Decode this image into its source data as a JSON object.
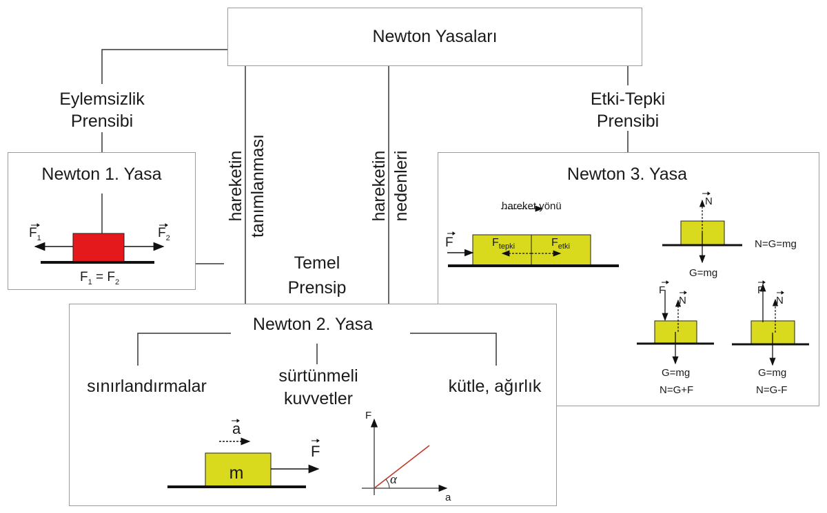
{
  "root": {
    "title": "Newton Yasaları"
  },
  "branches": {
    "first": {
      "line1": "Eylemsizlik",
      "line2": "Prensibi"
    },
    "third": {
      "line1": "Etki-Tepki",
      "line2": "Prensibi"
    },
    "middle_left": {
      "line1": "hareketin",
      "line2": "tanımlanması"
    },
    "middle_right": {
      "line1": "hareketin",
      "line2": "nedenleri"
    },
    "center": {
      "line1": "Temel",
      "line2": "Prensip"
    }
  },
  "law1": {
    "title": "Newton 1. Yasa",
    "f1": "F",
    "f1_sub": "1",
    "f2": "F",
    "f2_sub": "2",
    "eq_f1": "F",
    "eq_f1_sub": "1",
    "eq_sign": "=",
    "eq_f2": "F",
    "eq_f2_sub": "2",
    "block_color": "#e3191b"
  },
  "law2": {
    "title": "Newton 2. Yasa",
    "left_label": "sınırlandırmalar",
    "middle_line1": "sürtünmeli",
    "middle_line2": "kuvvetler",
    "right_label": "kütle, ağırlık",
    "mass": "m",
    "accel": "a",
    "force": "F",
    "graph_y": "F",
    "graph_x": "a",
    "graph_angle": "α",
    "block_color": "#d9d91d",
    "line_color": "#c0392b"
  },
  "law3": {
    "title": "Newton 3. Yasa",
    "direction": "hareket yönü",
    "force": "F",
    "f_tepki": "F",
    "f_tepki_sub": "tepki",
    "f_etki": "F",
    "f_etki_sub": "etki",
    "normal": "N",
    "weight": "G=mg",
    "eq_rest": "N=G=mg",
    "weight_push": "G=mg",
    "eq_push": "N=G+F",
    "weight_pull": "G=mg",
    "eq_pull": "N=G-F",
    "f_push": "F",
    "n_push": "N",
    "f_pull": "F",
    "n_pull": "N",
    "block_color": "#d9d91d"
  }
}
